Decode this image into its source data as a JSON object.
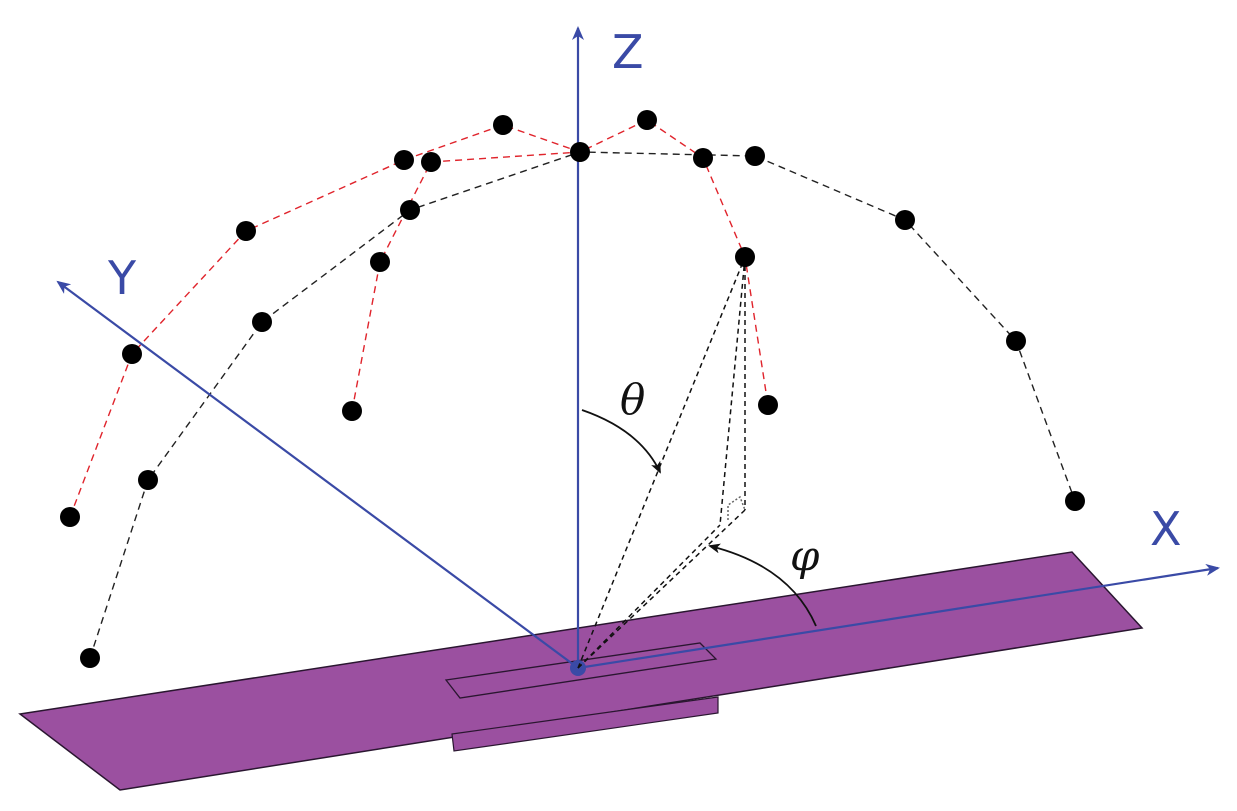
{
  "diagram": {
    "axes": {
      "z_label": "Z",
      "y_label": "Y",
      "x_label": "X",
      "color": "#3a4aa6"
    },
    "angles": {
      "theta_label": "θ",
      "phi_label": "φ"
    },
    "colors": {
      "plate": "#9b50a0",
      "plate_edge": "#2a1630",
      "point": "#000000",
      "red_arc": "#e0242c",
      "black_arc": "#222222"
    }
  }
}
